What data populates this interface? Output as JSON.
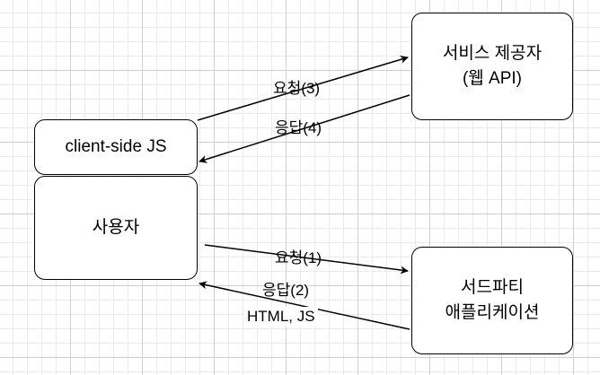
{
  "nodes": {
    "service_provider": {
      "line1": "서비스 제공자",
      "line2": "(웹 API)"
    },
    "client_side": {
      "label": "client-side JS"
    },
    "user": {
      "label": "사용자"
    },
    "third_party": {
      "line1": "서드파티",
      "line2": "애플리케이션"
    }
  },
  "edges": {
    "request3": "요청(3)",
    "response4": "응답(4)",
    "request1": "요청(1)",
    "response2_line1": "응답(2)",
    "response2_line2": "HTML, JS"
  },
  "colors": {
    "stroke": "#000000",
    "background": "#ffffff",
    "grid": "#d0d0d0"
  }
}
